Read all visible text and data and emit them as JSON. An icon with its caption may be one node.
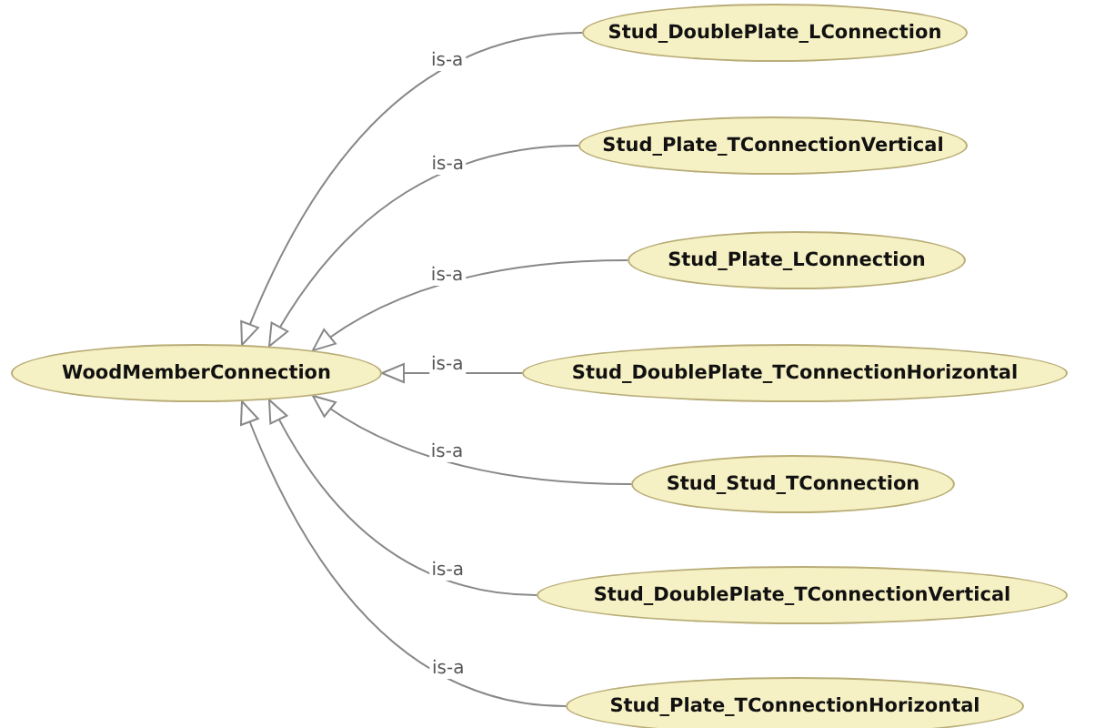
{
  "diagram": {
    "nodes": [
      {
        "text": [
          "WoodMemberConnection"
        ]
      },
      {
        "text": [
          "Stud_DoublePlate_LConnection"
        ]
      },
      {
        "text": [
          "Stud_Plate_TConnectionVertical"
        ]
      },
      {
        "text": [
          "Stud_Plate_LConnection"
        ]
      },
      {
        "text": [
          "Stud_DoublePlate_TConnectionHorizontal"
        ]
      },
      {
        "text": [
          "Stud_Stud_TConnection"
        ]
      },
      {
        "text": [
          "Stud_DoublePlate_TConnectionVertical"
        ]
      },
      {
        "text": [
          "Stud_Plate_TConnectionHorizontal"
        ]
      }
    ],
    "edges": [
      {
        "from": 1,
        "to": 0,
        "arrow": "to",
        "label": "is-a"
      },
      {
        "from": 2,
        "to": 0,
        "arrow": "to",
        "label": "is-a"
      },
      {
        "from": 3,
        "to": 0,
        "arrow": "to",
        "label": "is-a"
      },
      {
        "from": 4,
        "to": 0,
        "arrow": "to",
        "label": "is-a"
      },
      {
        "from": 5,
        "to": 0,
        "arrow": "to",
        "label": "is-a"
      },
      {
        "from": 6,
        "to": 0,
        "arrow": "to",
        "label": "is-a"
      },
      {
        "from": 7,
        "to": 0,
        "arrow": "to",
        "label": "is-a"
      }
    ]
  }
}
